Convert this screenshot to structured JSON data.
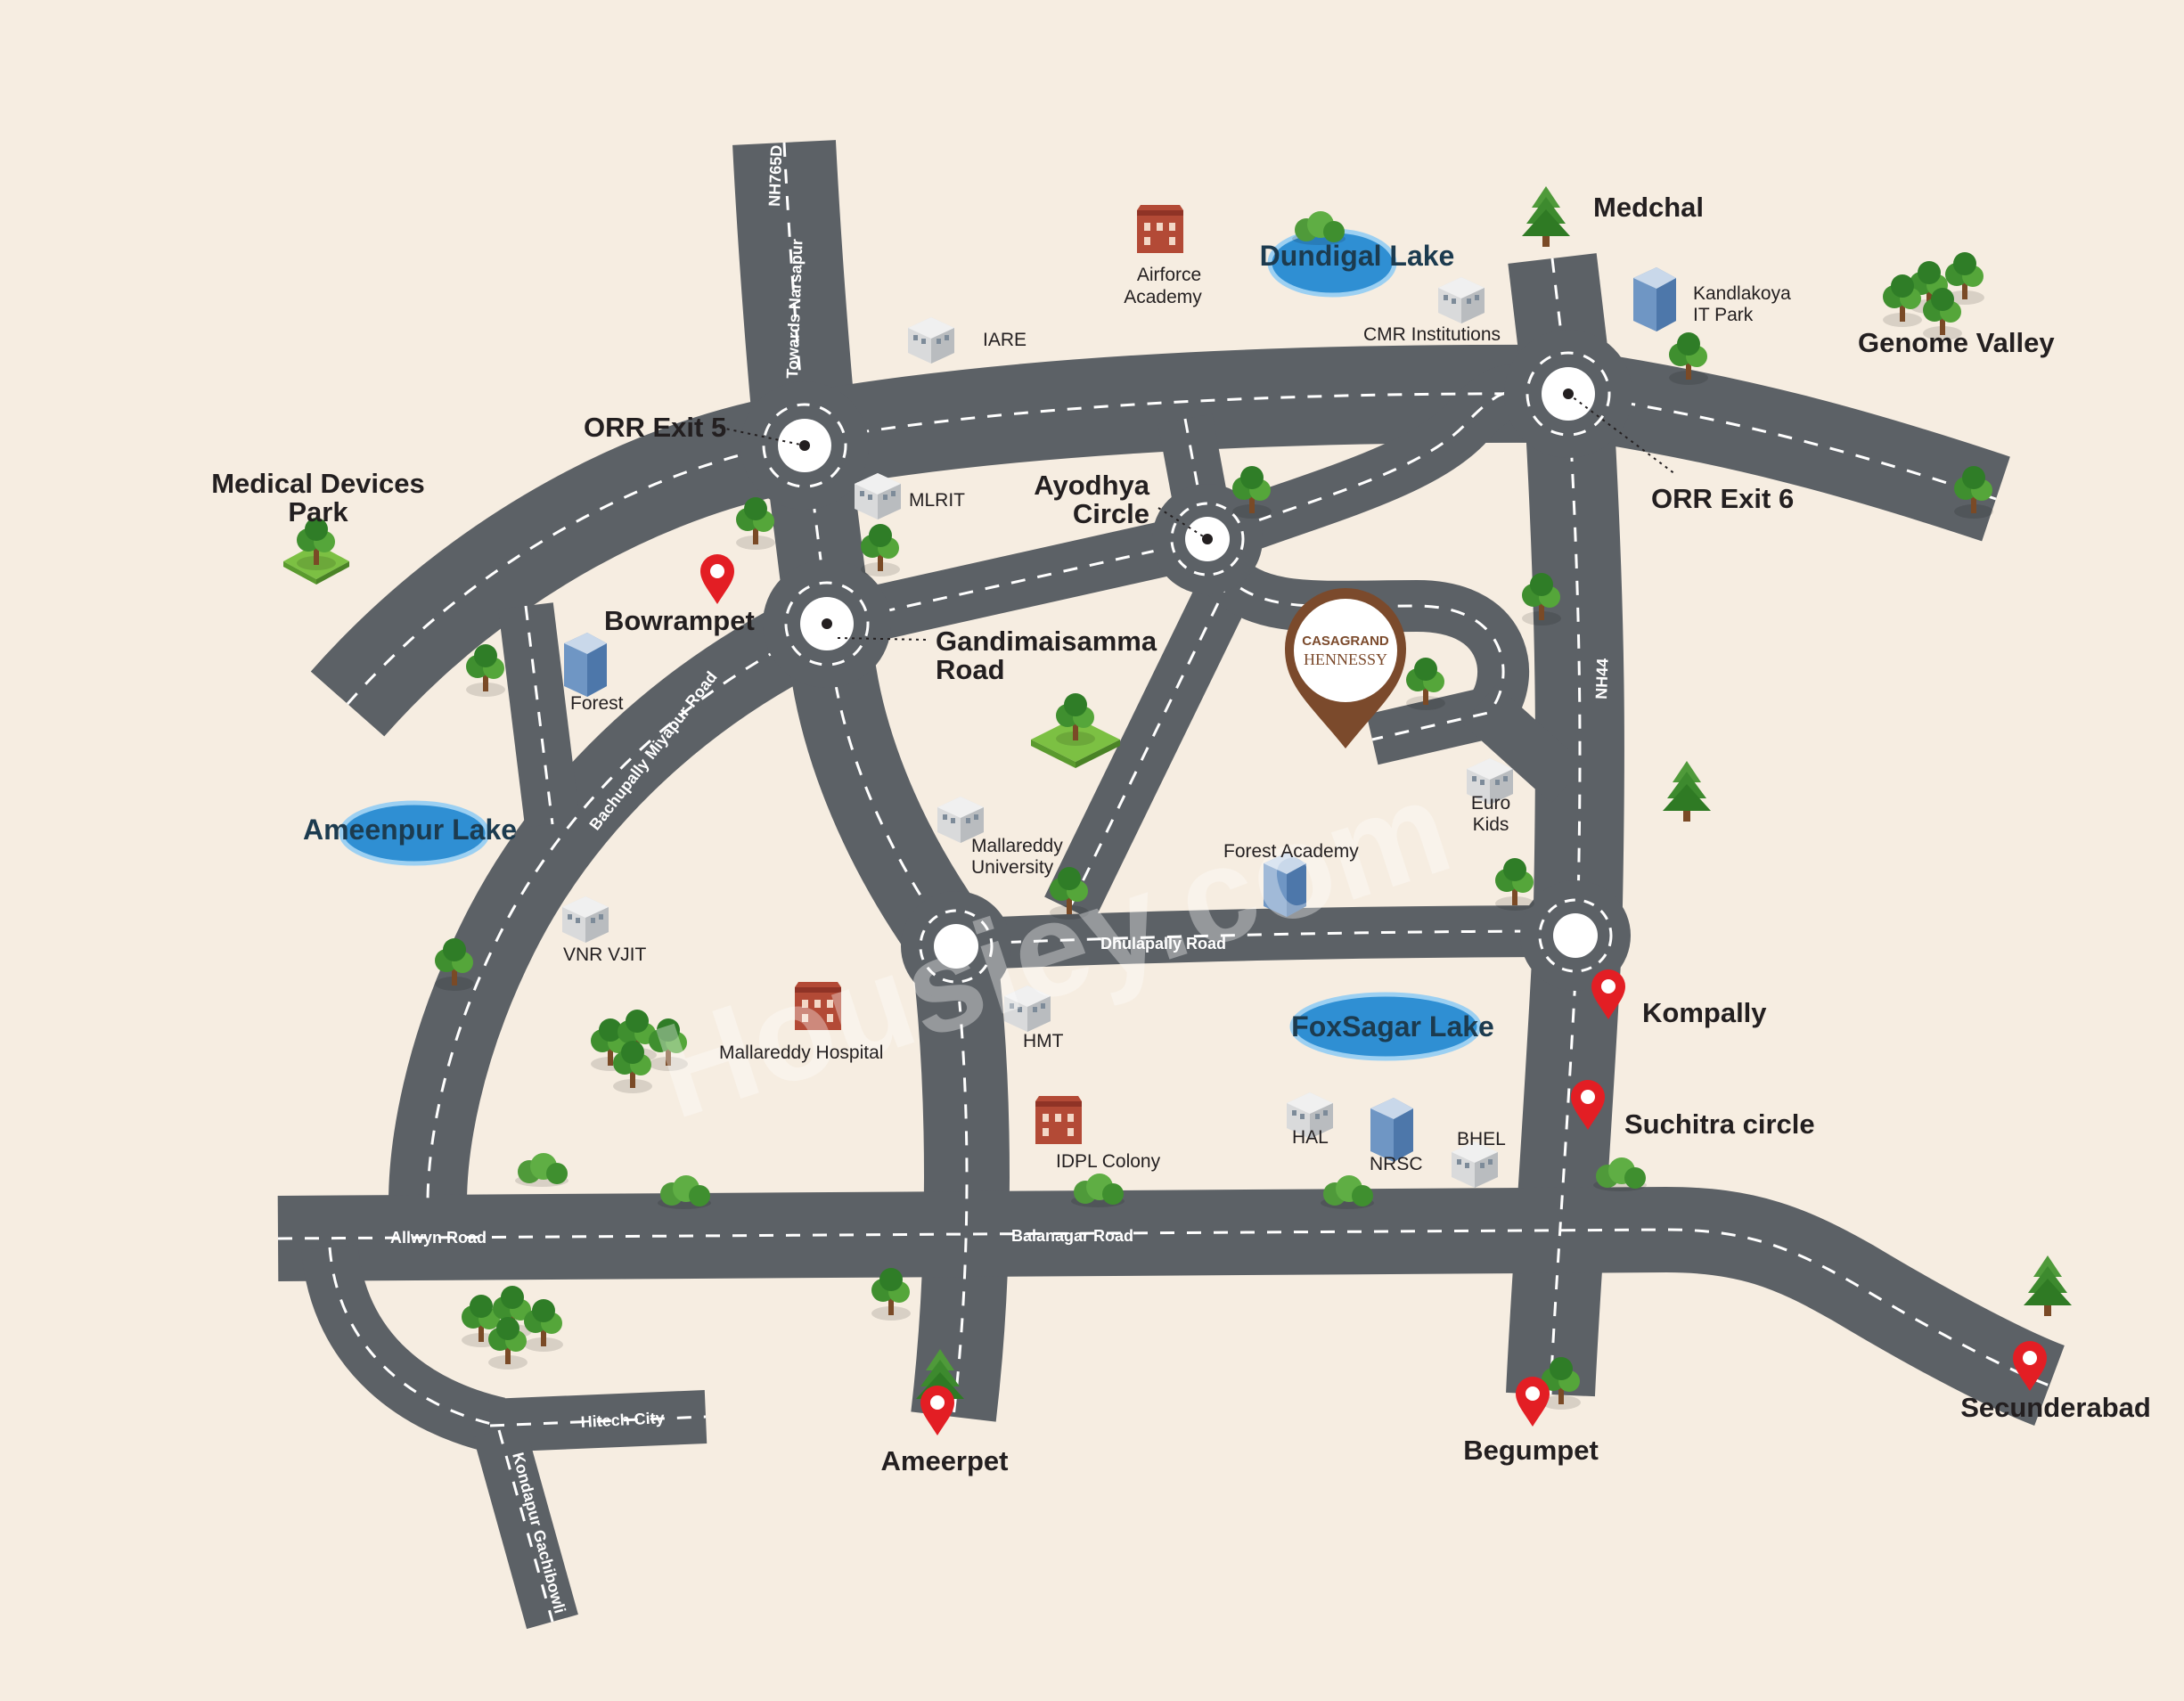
{
  "places": {
    "medchal": "Medchal",
    "genome_valley": "Genome Valley",
    "orr_exit_5": "ORR Exit 5",
    "orr_exit_6": "ORR Exit 6",
    "medical_devices_park_1": "Medical Devices",
    "medical_devices_park_2": "Park",
    "ayodhya_circle_1": "Ayodhya",
    "ayodhya_circle_2": "Circle",
    "bowrampet": "Bowrampet",
    "gandimaisamma_road_1": "Gandimaisamma",
    "gandimaisamma_road_2": "Road",
    "kompally": "Kompally",
    "suchitra_circle": "Suchitra circle",
    "ameerpet": "Ameerpet",
    "begumpet": "Begumpet",
    "secunderabad": "Secunderabad"
  },
  "lakes": {
    "dundigal": "Dundigal Lake",
    "ameenpur": "Ameenpur Lake",
    "foxsagar": "FoxSagar Lake"
  },
  "landmarks": {
    "airforce_1": "Airforce",
    "airforce_2": "Academy",
    "iare": "IARE",
    "cmr": "CMR Institutions",
    "kandlakoya_1": "Kandlakoya",
    "kandlakoya_2": "IT Park",
    "mlrit": "MLRIT",
    "forest": "Forest",
    "mallareddy_univ_1": "Mallareddy",
    "mallareddy_univ_2": "University",
    "forest_academy": "Forest Academy",
    "euro_kids_1": "Euro",
    "euro_kids_2": "Kids",
    "vnr_vjit": "VNR VJIT",
    "mallareddy_hospital": "Mallareddy Hospital",
    "hmt": "HMT",
    "idpl": "IDPL Colony",
    "hal": "HAL",
    "nrsc": "NRSC",
    "bhel": "BHEL"
  },
  "roads": {
    "towards_narsapur": "Towards Narsapur",
    "nh765d": "NH765D",
    "nh44": "NH44",
    "bachupally_miyapur": "Bachupally Miyapur Road",
    "dhulapally": "Dhulapally Road",
    "allwyn": "Allwyn Road",
    "balanagar": "Balanagar Road",
    "hitech_city": "Hitech City",
    "kondapur_gachibowli": "Kondapur Gachibowli"
  },
  "project": {
    "brand_line1": "CASAGRAND",
    "brand_line2": "HENNESSY"
  },
  "watermark": "Housiey.com",
  "colors": {
    "background": "#f6ede1",
    "road": "#5c6166",
    "pin": "#e31e24",
    "project_pin": "#7b4a2c",
    "water": "#2f8fd3"
  }
}
